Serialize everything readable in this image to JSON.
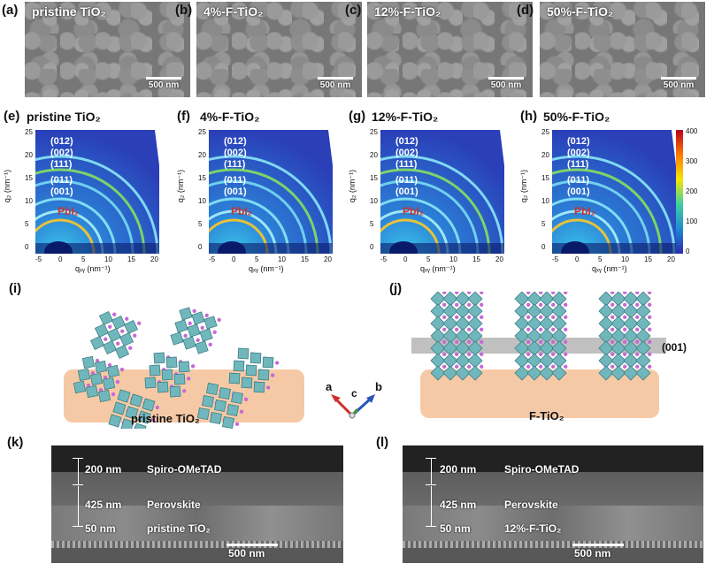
{
  "panels_top": [
    {
      "letter": "(a)",
      "title": "pristine TiO₂",
      "scale": "500 nm"
    },
    {
      "letter": "(b)",
      "title": "4%-F-TiO₂",
      "scale": "500 nm"
    },
    {
      "letter": "(c)",
      "title": "12%-F-TiO₂",
      "scale": "500 nm"
    },
    {
      "letter": "(d)",
      "title": "50%-F-TiO₂",
      "scale": "500 nm"
    }
  ],
  "giwaxs": [
    {
      "letter": "(e)",
      "title": "pristine TiO₂"
    },
    {
      "letter": "(f)",
      "title": "4%-F-TiO₂"
    },
    {
      "letter": "(g)",
      "title": "12%-F-TiO₂"
    },
    {
      "letter": "(h)",
      "title": "50%-F-TiO₂"
    }
  ],
  "giwaxs_common": {
    "ring_labels": [
      "(012)",
      "(002)",
      "(111)",
      "(011)",
      "(001)"
    ],
    "pbi_label": "PbI₂",
    "ylabel": "q₂ (nm⁻¹)",
    "xlabel": "qₓᵧ (nm⁻¹)",
    "yticks": [
      "25",
      "20",
      "15",
      "10",
      "5",
      "0"
    ],
    "xticks": [
      "-5",
      "0",
      "5",
      "10",
      "15",
      "20"
    ],
    "colorbar_ticks": [
      "400",
      "300",
      "200",
      "100",
      "0"
    ]
  },
  "structures": {
    "i_letter": "(i)",
    "j_letter": "(j)",
    "i_substrate": "pristine TiO₂",
    "j_substrate": "F-TiO₂",
    "plane_label": "(001)",
    "axes": {
      "a": "a",
      "b": "b",
      "c": "c"
    }
  },
  "cross_sections": [
    {
      "letter": "(k)",
      "spiro_thk": "200 nm",
      "spiro": "Spiro-OMeTAD",
      "pero_thk": "425 nm",
      "pero": "Perovskite",
      "etl_thk": "50 nm",
      "etl": "pristine TiO₂",
      "scale": "500 nm"
    },
    {
      "letter": "(l)",
      "spiro_thk": "200 nm",
      "spiro": "Spiro-OMeTAD",
      "pero_thk": "425 nm",
      "pero": "Perovskite",
      "etl_thk": "50 nm",
      "etl": "12%-F-TiO₂",
      "scale": "500 nm"
    }
  ],
  "colors": {
    "pbi": "#d0302a",
    "substrate": "#f6c9a6",
    "octahedra": "#6fb7bd"
  }
}
